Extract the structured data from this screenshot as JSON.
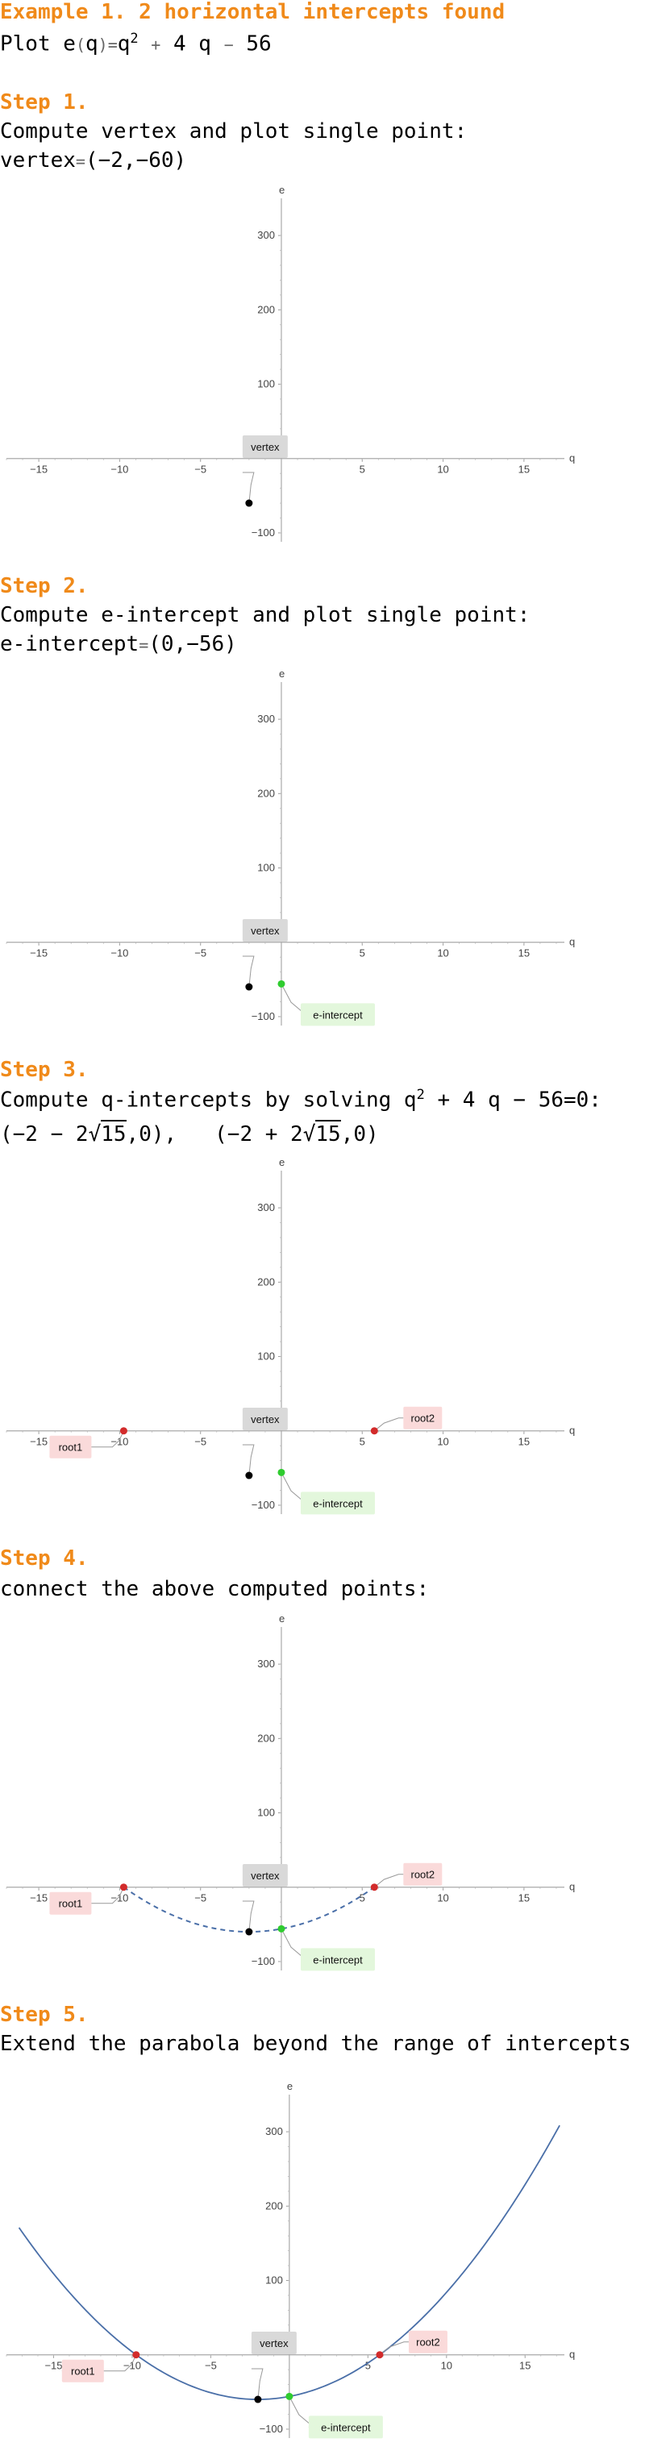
{
  "title": "Example 1. 2 horizontal intercepts found",
  "plot_line": {
    "prefix": "Plot",
    "func": "e",
    "open": "(",
    "var": "q",
    "close": ")",
    "eq": "=",
    "rhs_a": "q",
    "exp": "2",
    "rhs_b": "+",
    "rhs_c": "4 q",
    "rhs_d": "−",
    "rhs_e": "56"
  },
  "steps": [
    {
      "heading": "Step 1.",
      "line1": "Compute vertex and plot single point:",
      "line2_label": "vertex",
      "line2_eq": "=",
      "line2_value": "(−2,−60)"
    },
    {
      "heading": "Step 2.",
      "line1": "Compute e-intercept and plot single point:",
      "line2_label": "e-intercept",
      "line2_eq": "=",
      "line2_value": "(0,−56)"
    },
    {
      "heading": "Step 3.",
      "line1_a": "Compute q-intercepts by solving q",
      "line1_exp": "2",
      "line1_b": "+ 4 q − 56=0:",
      "root1_a": "(−2 − 2",
      "root1_rad": "15",
      "root1_b": ",0),",
      "root2_a": "(−2 + 2",
      "root2_rad": "15",
      "root2_b": ",0)"
    },
    {
      "heading": "Step 4.",
      "line1": "connect the above computed points:"
    },
    {
      "heading": "Step 5.",
      "line1": "Extend the parabola beyond the range of intercepts"
    }
  ],
  "colors": {
    "heading": "#f08a1a",
    "curve": "#4a6fa8",
    "vertex": "#000000",
    "e_intercept": "#2fcc2f",
    "root": "#d22b2b",
    "vertex_label_bg": "#d9d9d9",
    "e_label_bg": "#e3f7dc",
    "root_label_bg": "#fadada"
  },
  "chart_data": [
    {
      "type": "scatter",
      "step": 1,
      "xlabel": "q",
      "ylabel": "e",
      "xticks": [
        -15,
        -10,
        -5,
        5,
        10,
        15
      ],
      "yticks": [
        -100,
        100,
        200,
        300
      ],
      "xlim": [
        -17,
        17.5
      ],
      "ylim": [
        -112,
        350
      ],
      "points": [
        {
          "x": -2,
          "y": -60,
          "kind": "vertex",
          "label": "vertex"
        }
      ],
      "curve": null
    },
    {
      "type": "scatter",
      "step": 2,
      "xlabel": "q",
      "ylabel": "e",
      "xticks": [
        -15,
        -10,
        -5,
        5,
        10,
        15
      ],
      "yticks": [
        -100,
        100,
        200,
        300
      ],
      "xlim": [
        -17,
        17.5
      ],
      "ylim": [
        -112,
        350
      ],
      "points": [
        {
          "x": -2,
          "y": -60,
          "kind": "vertex",
          "label": "vertex"
        },
        {
          "x": 0,
          "y": -56,
          "kind": "e_intercept",
          "label": "e-intercept"
        }
      ],
      "curve": null
    },
    {
      "type": "scatter",
      "step": 3,
      "xlabel": "q",
      "ylabel": "e",
      "xticks": [
        -15,
        -10,
        -5,
        5,
        10,
        15
      ],
      "yticks": [
        -100,
        100,
        200,
        300
      ],
      "xlim": [
        -17,
        17.5
      ],
      "ylim": [
        -112,
        350
      ],
      "points": [
        {
          "x": -2,
          "y": -60,
          "kind": "vertex",
          "label": "vertex"
        },
        {
          "x": 0,
          "y": -56,
          "kind": "e_intercept",
          "label": "e-intercept"
        },
        {
          "x": -9.75,
          "y": 0,
          "kind": "root",
          "label": "root1"
        },
        {
          "x": 5.75,
          "y": 0,
          "kind": "root",
          "label": "root2"
        }
      ],
      "curve": null
    },
    {
      "type": "line",
      "step": 4,
      "xlabel": "q",
      "ylabel": "e",
      "xticks": [
        -15,
        -10,
        -5,
        5,
        10,
        15
      ],
      "yticks": [
        -100,
        100,
        200,
        300
      ],
      "xlim": [
        -17,
        17.5
      ],
      "ylim": [
        -112,
        350
      ],
      "points": [
        {
          "x": -2,
          "y": -60,
          "kind": "vertex",
          "label": "vertex"
        },
        {
          "x": 0,
          "y": -56,
          "kind": "e_intercept",
          "label": "e-intercept"
        },
        {
          "x": -9.75,
          "y": 0,
          "kind": "root",
          "label": "root1"
        },
        {
          "x": 5.75,
          "y": 0,
          "kind": "root",
          "label": "root2"
        }
      ],
      "curve": {
        "a": 1,
        "b": 4,
        "c": -56,
        "from": -9.75,
        "to": 5.75,
        "dashed": true
      }
    },
    {
      "type": "line",
      "step": 5,
      "xlabel": "q",
      "ylabel": "e",
      "xticks": [
        -15,
        -10,
        -5,
        5,
        10,
        15
      ],
      "yticks": [
        -100,
        100,
        200,
        300
      ],
      "xlim": [
        -18,
        17.5
      ],
      "ylim": [
        -112,
        350
      ],
      "points": [
        {
          "x": -2,
          "y": -60,
          "kind": "vertex",
          "label": "vertex"
        },
        {
          "x": 0,
          "y": -56,
          "kind": "e_intercept",
          "label": "e-intercept"
        },
        {
          "x": -9.75,
          "y": 0,
          "kind": "root",
          "label": "root1"
        },
        {
          "x": 5.75,
          "y": 0,
          "kind": "root",
          "label": "root2"
        }
      ],
      "curve": {
        "a": 1,
        "b": 4,
        "c": -56,
        "from": -17.2,
        "to": 17.2,
        "dashed": false
      }
    }
  ]
}
